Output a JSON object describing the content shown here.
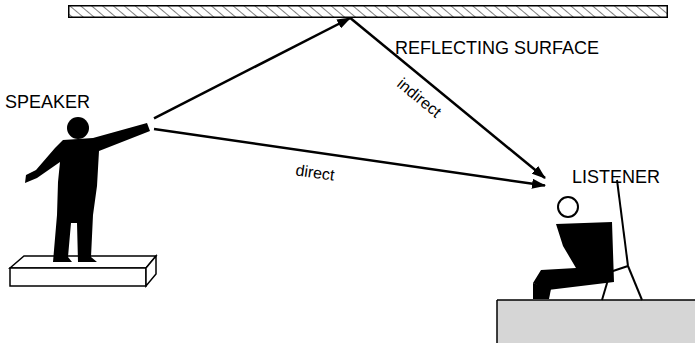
{
  "diagram": {
    "nodes": [
      {
        "text": [
          "REFLECTING SURFACE"
        ]
      },
      {
        "text": [
          "SPEAKER"
        ]
      },
      {
        "text": [
          "LISTENER"
        ]
      }
    ],
    "edges": [
      {
        "from": 1,
        "to": 0,
        "arrow": "to"
      },
      {
        "from": 0,
        "to": 2,
        "label": "indirect",
        "arrow": "to"
      },
      {
        "from": 1,
        "to": 2,
        "label": "direct",
        "arrow": "to"
      }
    ]
  }
}
